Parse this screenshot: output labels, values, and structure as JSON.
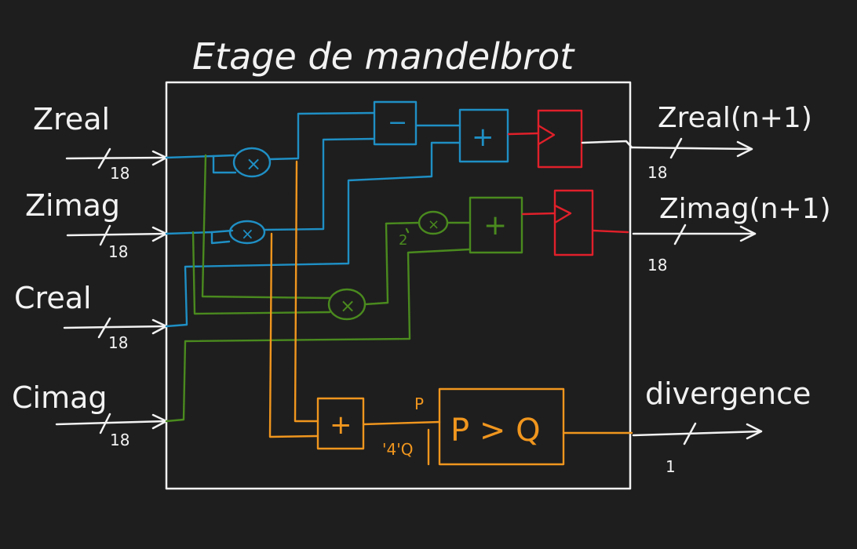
{
  "title": "Etage de mandelbrot",
  "inputs": [
    {
      "name": "Zreal",
      "width": "18"
    },
    {
      "name": "Zimag",
      "width": "18"
    },
    {
      "name": "Creal",
      "width": "18"
    },
    {
      "name": "Cimag",
      "width": "18"
    }
  ],
  "outputs": [
    {
      "name": "Zreal(n+1)",
      "width": "18"
    },
    {
      "name": "Zimag(n+1)",
      "width": "18"
    },
    {
      "name": "divergence",
      "width": "1"
    }
  ],
  "operators": {
    "mult": "×",
    "sub": "−",
    "add": "+",
    "compare": "P > Q",
    "compare_p": "P",
    "compare_q": "'4'Q",
    "shift": "2"
  },
  "colors": {
    "background": "#1e1e1e",
    "frame": "#f2f2f2",
    "real_path": "#1f8fc4",
    "imag_path": "#4a8a1e",
    "divergence_path": "#f0961e",
    "register": "#e0202a"
  }
}
